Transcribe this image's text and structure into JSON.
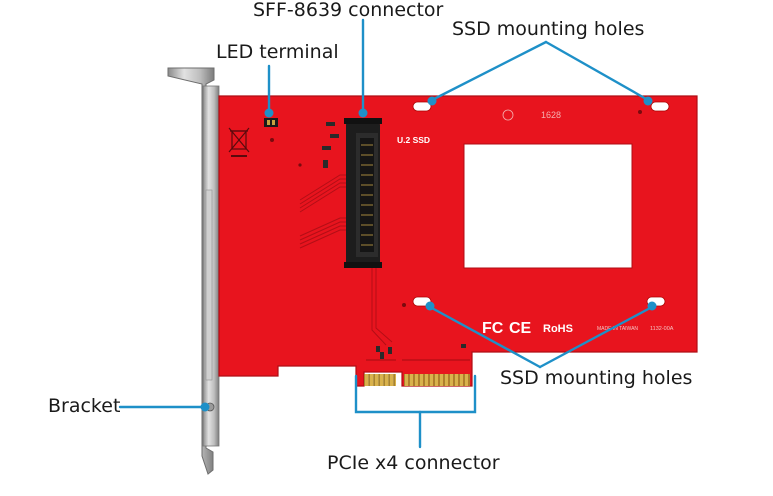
{
  "callouts": {
    "sff_connector": "SFF-8639 connector",
    "ssd_holes_top": "SSD mounting holes",
    "led_terminal": "LED terminal",
    "ssd_holes_bottom": "SSD mounting holes",
    "bracket": "Bracket",
    "pcie_connector": "PCIe x4 connector"
  },
  "board_markings": {
    "u2_label": "U.2 SSD",
    "board_code": "1628",
    "fcc": "FC",
    "ce": "CE",
    "rohs": "RoHS",
    "made_in": "MADE IN TAIWAN",
    "model": "1132-00A"
  },
  "colors": {
    "callout_line": "#1e90c8",
    "pcb": "#e8141e",
    "bracket": "#b9b9b9",
    "gold": "#d8b04a"
  }
}
